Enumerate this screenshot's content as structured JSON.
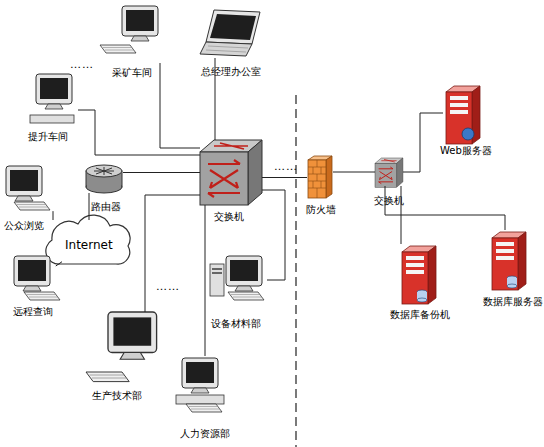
{
  "diagram": {
    "nodes": [
      {
        "text": [
          "采矿车间"
        ]
      },
      {
        "text": [
          "总经理办公室"
        ]
      },
      {
        "text": [
          "提升车间"
        ]
      },
      {
        "text": [
          "路由器"
        ]
      },
      {
        "text": [
          "交换机"
        ]
      },
      {
        "text": [
          "公众浏览"
        ]
      },
      {
        "text": [
          "Internet"
        ]
      },
      {
        "text": [
          "远程查询"
        ]
      },
      {
        "text": [
          "设备材料部"
        ]
      },
      {
        "text": [
          "生产技术部"
        ]
      },
      {
        "text": [
          "人力资源部"
        ]
      },
      {
        "text": [
          "防火墙"
        ]
      },
      {
        "text": [
          "交换机"
        ]
      },
      {
        "text": [
          "Web服务器"
        ]
      },
      {
        "text": [
          "数据库备份机"
        ]
      },
      {
        "text": [
          "数据库服务器"
        ]
      }
    ],
    "edges": [
      {
        "from": 0,
        "to": 4,
        "arrow": "none"
      },
      {
        "from": 1,
        "to": 4,
        "arrow": "none"
      },
      {
        "from": 2,
        "to": 4,
        "arrow": "none"
      },
      {
        "from": 3,
        "to": 4,
        "arrow": "none"
      },
      {
        "from": 3,
        "to": 6,
        "arrow": "none"
      },
      {
        "from": 5,
        "to": 6,
        "arrow": "none"
      },
      {
        "from": 7,
        "to": 6,
        "arrow": "none"
      },
      {
        "from": 8,
        "to": 4,
        "arrow": "none"
      },
      {
        "from": 9,
        "to": 4,
        "arrow": "none"
      },
      {
        "from": 10,
        "to": 4,
        "arrow": "none"
      },
      {
        "from": 4,
        "to": 11,
        "arrow": "none"
      },
      {
        "from": 11,
        "to": 12,
        "arrow": "none"
      },
      {
        "from": 12,
        "to": 13,
        "arrow": "none"
      },
      {
        "from": 12,
        "to": 14,
        "arrow": "none"
      },
      {
        "from": 12,
        "to": 15,
        "arrow": "none"
      }
    ],
    "labels": [
      "……",
      "……",
      "……"
    ]
  }
}
